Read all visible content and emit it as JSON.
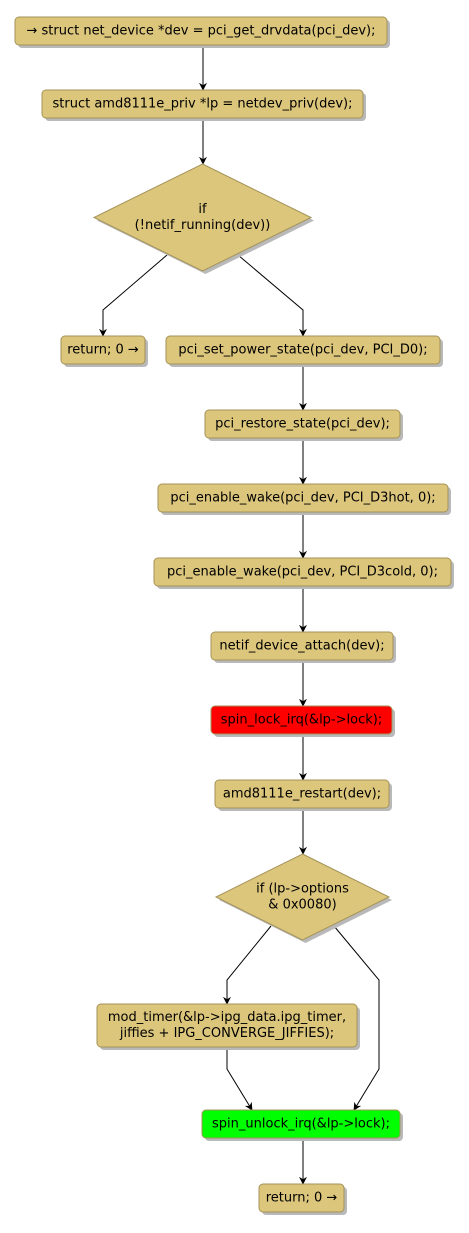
{
  "diagram": {
    "nodes": [
      {
        "id": "n1",
        "kind": "action",
        "lines": [
          "→ struct net_device *dev = pci_get_drvdata(pci_dev);"
        ],
        "fill": "#dcc67c"
      },
      {
        "id": "n2",
        "kind": "action",
        "lines": [
          "struct amd8111e_priv *lp = netdev_priv(dev);"
        ],
        "fill": "#dcc67c"
      },
      {
        "id": "n3",
        "kind": "decision",
        "lines": [
          "if",
          "(!netif_running(dev))"
        ],
        "fill": "#dcc67c"
      },
      {
        "id": "n4",
        "kind": "action",
        "lines": [
          "return; 0 →"
        ],
        "fill": "#dcc67c"
      },
      {
        "id": "n5",
        "kind": "action",
        "lines": [
          "pci_set_power_state(pci_dev, PCI_D0);"
        ],
        "fill": "#dcc67c"
      },
      {
        "id": "n6",
        "kind": "action",
        "lines": [
          "pci_restore_state(pci_dev);"
        ],
        "fill": "#dcc67c"
      },
      {
        "id": "n7",
        "kind": "action",
        "lines": [
          "pci_enable_wake(pci_dev, PCI_D3hot, 0);"
        ],
        "fill": "#dcc67c"
      },
      {
        "id": "n8",
        "kind": "action",
        "lines": [
          "pci_enable_wake(pci_dev, PCI_D3cold, 0);"
        ],
        "fill": "#dcc67c"
      },
      {
        "id": "n9",
        "kind": "action",
        "lines": [
          "netif_device_attach(dev);"
        ],
        "fill": "#dcc67c"
      },
      {
        "id": "n10",
        "kind": "action",
        "lines": [
          "spin_lock_irq(&lp->lock);"
        ],
        "fill": "#ff0000"
      },
      {
        "id": "n11",
        "kind": "action",
        "lines": [
          "amd8111e_restart(dev);"
        ],
        "fill": "#dcc67c"
      },
      {
        "id": "n12",
        "kind": "decision",
        "lines": [
          "if (lp->options",
          "& 0x0080)"
        ],
        "fill": "#dcc67c"
      },
      {
        "id": "n13",
        "kind": "action",
        "lines": [
          "mod_timer(&lp->ipg_data.ipg_timer,",
          "jiffies + IPG_CONVERGE_JIFFIES);"
        ],
        "fill": "#dcc67c"
      },
      {
        "id": "n14",
        "kind": "action",
        "lines": [
          "spin_unlock_irq(&lp->lock);"
        ],
        "fill": "#00ff00"
      },
      {
        "id": "n15",
        "kind": "action",
        "lines": [
          "return; 0 →"
        ],
        "fill": "#dcc67c"
      }
    ],
    "edges": [
      {
        "from": "n1",
        "to": "n2"
      },
      {
        "from": "n2",
        "to": "n3"
      },
      {
        "from": "n3",
        "to": "n4"
      },
      {
        "from": "n3",
        "to": "n5"
      },
      {
        "from": "n5",
        "to": "n6"
      },
      {
        "from": "n6",
        "to": "n7"
      },
      {
        "from": "n7",
        "to": "n8"
      },
      {
        "from": "n8",
        "to": "n9"
      },
      {
        "from": "n9",
        "to": "n10"
      },
      {
        "from": "n10",
        "to": "n11"
      },
      {
        "from": "n11",
        "to": "n12"
      },
      {
        "from": "n12",
        "to": "n13"
      },
      {
        "from": "n12",
        "to": "n14"
      },
      {
        "from": "n13",
        "to": "n14"
      },
      {
        "from": "n14",
        "to": "n15"
      }
    ],
    "colors": {
      "node_fill": "#dcc67c",
      "node_border": "#a49359",
      "shadow": "#b9b9b9",
      "edge": "#000000",
      "lock": "#ff0000",
      "unlock": "#00ff00"
    }
  }
}
